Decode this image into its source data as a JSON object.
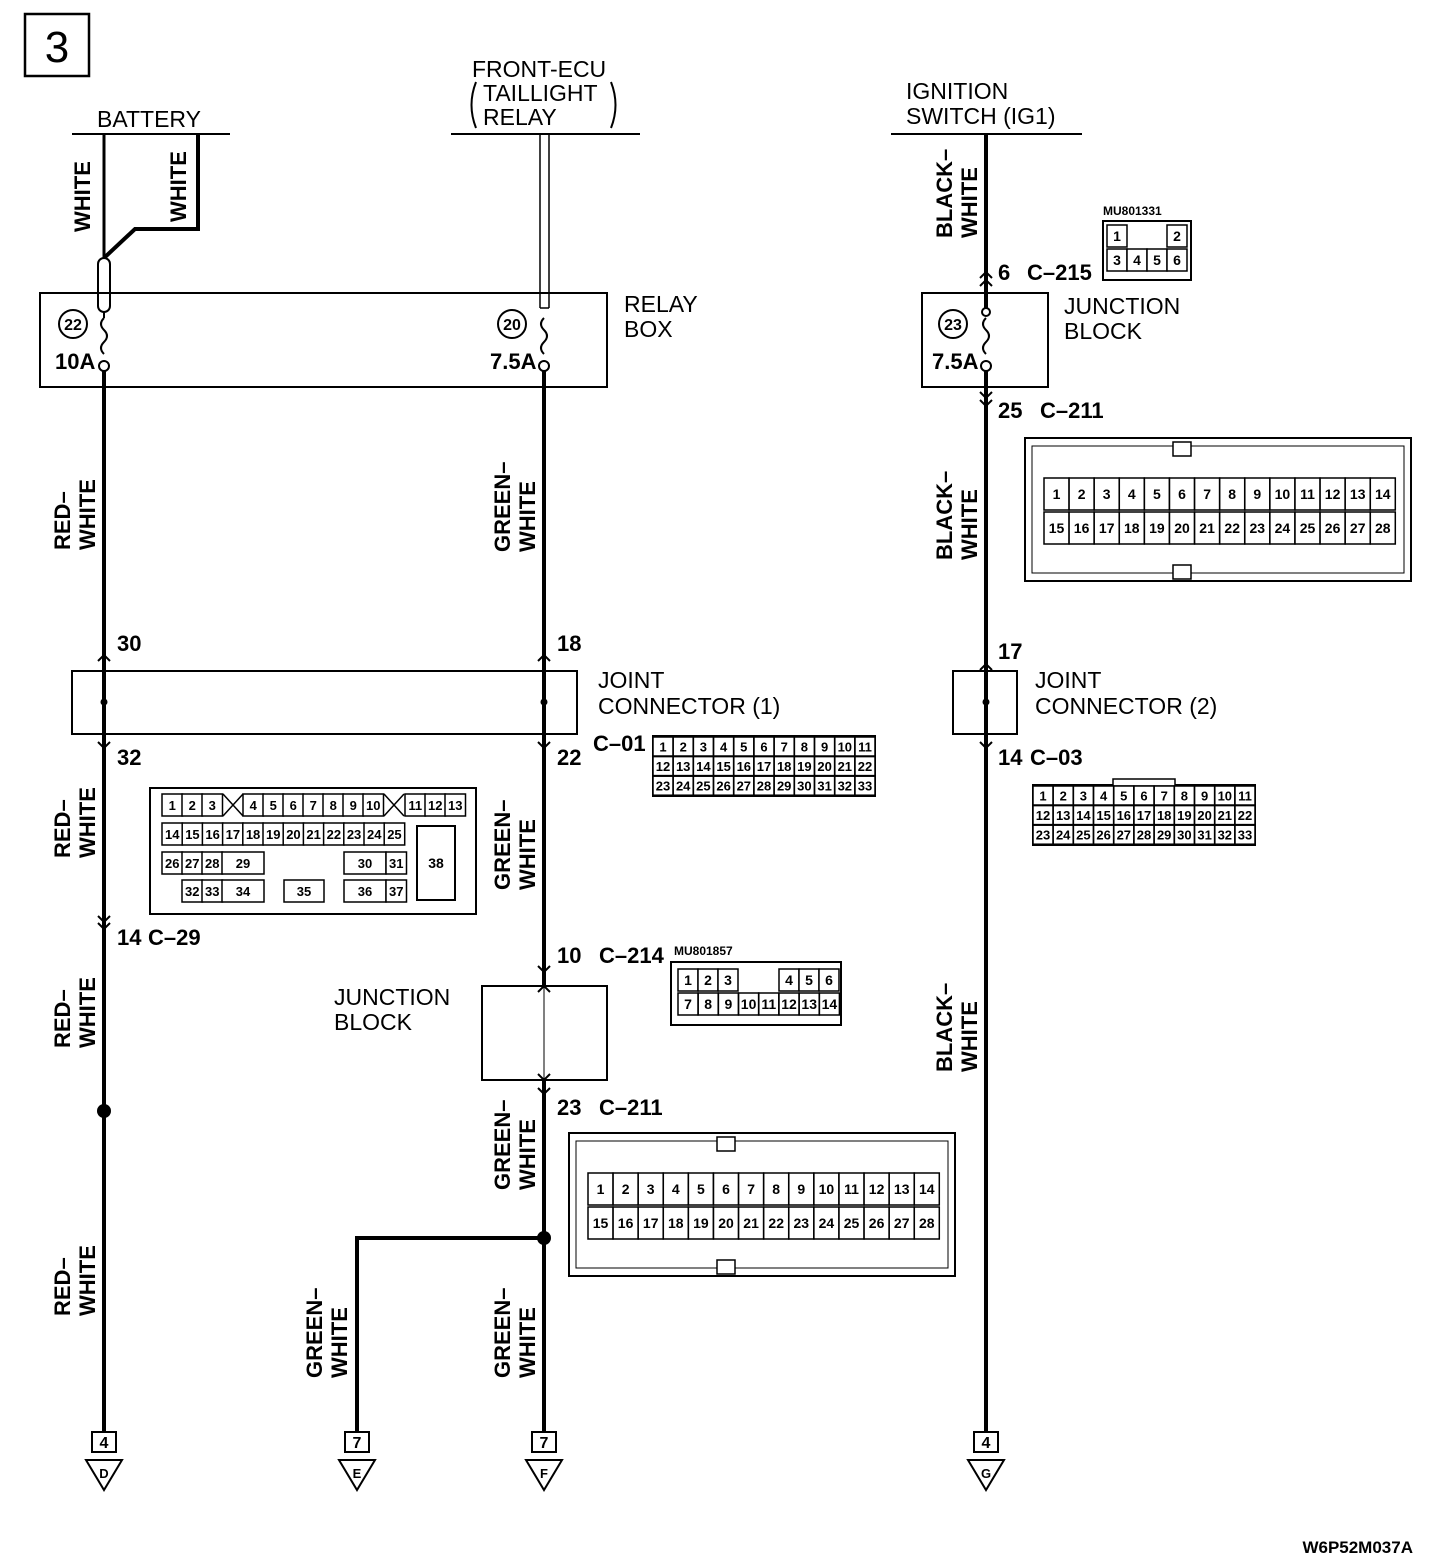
{
  "page_number": "3",
  "diagram_code": "W6P52M037A",
  "sources": {
    "battery": "BATTERY",
    "front_ecu": [
      "FRONT-ECU",
      "TAILLIGHT",
      "RELAY"
    ],
    "ignition": [
      "IGNITION",
      "SWITCH (IG1)"
    ]
  },
  "components": {
    "relay_box": [
      "RELAY",
      "BOX"
    ],
    "junction_block": [
      "JUNCTION",
      "BLOCK"
    ],
    "joint_connector_1": [
      "JOINT",
      "CONNECTOR (1)"
    ],
    "joint_connector_2": [
      "JOINT",
      "CONNECTOR (2)"
    ]
  },
  "fuses": {
    "f22": {
      "number": "22",
      "rating": "10A"
    },
    "f20": {
      "number": "20",
      "rating": "7.5A"
    },
    "f23": {
      "number": "23",
      "rating": "7.5A"
    }
  },
  "wire_colors": {
    "white": "WHITE",
    "red_white": [
      "RED–",
      "WHITE"
    ],
    "green_white": [
      "GREEN–",
      "WHITE"
    ],
    "black_white": [
      "BLACK–",
      "WHITE"
    ]
  },
  "pin_labels": {
    "p6": "6",
    "c215": "C–215",
    "p25": "25",
    "c211a": "C–211",
    "p17": "17",
    "p14b": "14",
    "c03": "C–03",
    "p30": "30",
    "p32": "32",
    "p18": "18",
    "p22": "22",
    "c01": "C–01",
    "p14a": "14",
    "c29": "C–29",
    "p10": "10",
    "c214": "C–214",
    "p23": "23",
    "c211b": "C–211"
  },
  "part_numbers": {
    "mu801331": "MU801331",
    "mu801857": "MU801857"
  },
  "terminals": [
    {
      "num": "4",
      "letter": "D"
    },
    {
      "num": "7",
      "letter": "E"
    },
    {
      "num": "7",
      "letter": "F"
    },
    {
      "num": "4",
      "letter": "G"
    }
  ],
  "connector_pins": {
    "mu801331": [
      "1",
      "2",
      "3",
      "4",
      "5",
      "6"
    ],
    "c211": [
      "1",
      "2",
      "3",
      "4",
      "5",
      "6",
      "7",
      "8",
      "9",
      "10",
      "11",
      "12",
      "13",
      "14",
      "15",
      "16",
      "17",
      "18",
      "19",
      "20",
      "21",
      "22",
      "23",
      "24",
      "25",
      "26",
      "27",
      "28"
    ],
    "c01_row1": [
      "1",
      "2",
      "3",
      "4",
      "5",
      "6",
      "7",
      "8",
      "9",
      "10",
      "11"
    ],
    "c01_row2": [
      "12",
      "13",
      "14",
      "15",
      "16",
      "17",
      "18",
      "19",
      "20",
      "21",
      "22"
    ],
    "c01_row3": [
      "23",
      "24",
      "25",
      "26",
      "27",
      "28",
      "29",
      "30",
      "31",
      "32",
      "33"
    ],
    "c29": [
      "1",
      "2",
      "3",
      "4",
      "5",
      "6",
      "7",
      "8",
      "9",
      "10",
      "11",
      "12",
      "13",
      "14",
      "15",
      "16",
      "17",
      "18",
      "19",
      "20",
      "21",
      "22",
      "23",
      "24",
      "25",
      "26",
      "27",
      "28",
      "29",
      "30",
      "31",
      "32",
      "33",
      "34",
      "35",
      "36",
      "37",
      "38"
    ],
    "mu801857": [
      "1",
      "2",
      "3",
      "4",
      "5",
      "6",
      "7",
      "8",
      "9",
      "10",
      "11",
      "12",
      "13",
      "14"
    ]
  }
}
